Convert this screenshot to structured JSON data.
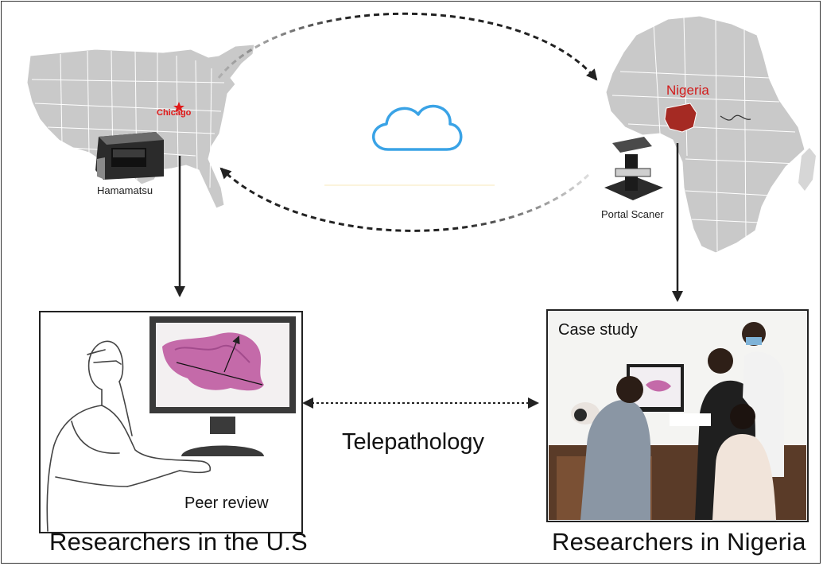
{
  "us_panel": {
    "city": "Chicago",
    "scanner_label": "Hamamatsu"
  },
  "africa_panel": {
    "country": "Nigeria",
    "scanner_label": "Portal Scaner"
  },
  "left_box": {
    "corner_label": "Peer review",
    "caption": "Researchers in the U.S"
  },
  "right_box": {
    "corner_label": "Case study",
    "caption": "Researchers in Nigeria"
  },
  "center": {
    "link_label": "Telepathology"
  },
  "colors": {
    "land": "#c9c9c9",
    "borders": "#ffffff",
    "nigeria": "#a52a23",
    "chicago": "#e01818",
    "cloud": "#3aa3e6",
    "arrow": "#222222",
    "tissue": "#c46aa9"
  }
}
